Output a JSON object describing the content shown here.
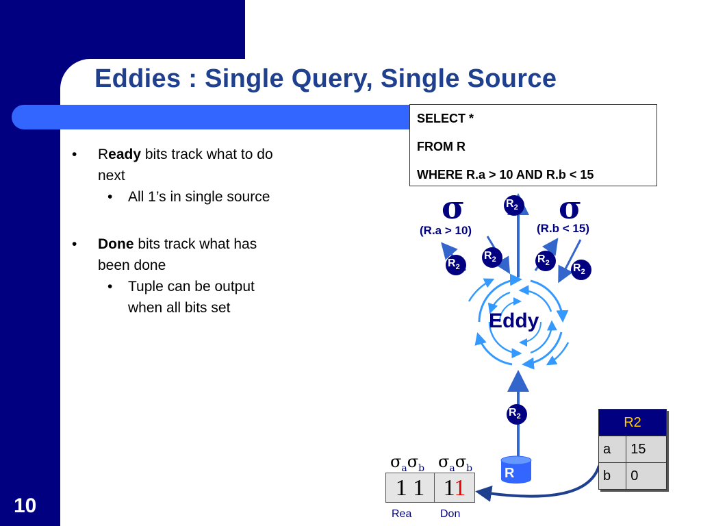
{
  "slide": {
    "title": "Eddies : Single Query, Single Source",
    "page_number": "10"
  },
  "query": {
    "line1": "SELECT *",
    "line2": "FROM R",
    "line3": "WHERE R.a > 10 AND R.b < 15"
  },
  "bullets": {
    "ready_prefix": "R",
    "ready_bold": "eady",
    "ready_rest": " bits track what to do next",
    "ready_sub": "All 1’s in single source",
    "done_bold": "Done",
    "done_rest": " bits track what has been done",
    "done_sub": "Tuple can be output when all bits set"
  },
  "diagram": {
    "sigma": "σ",
    "pred_a": "(R.a > 10)",
    "pred_b": "(R.b < 15)",
    "eddy": "Eddy",
    "tuple_label": "R",
    "tuple_sub": "2",
    "source": "R",
    "colors": {
      "arrow": "#3366cc",
      "node": "#000080",
      "swirl": "#3399ff"
    }
  },
  "r2_table": {
    "title": "R2",
    "rows": [
      [
        "a",
        "15"
      ],
      [
        "b",
        "0"
      ]
    ]
  },
  "bits": {
    "ready_header": {
      "s1": "σ",
      "sub1": "a",
      "s2": "σ",
      "sub2": "b"
    },
    "done_header": {
      "s1": "σ",
      "sub1": "a",
      "s2": "σ",
      "sub2": "b"
    },
    "ready_values": [
      "1",
      "1"
    ],
    "done_values": [
      "1",
      "1"
    ],
    "ready_caption": "Rea",
    "done_caption": "Don"
  }
}
